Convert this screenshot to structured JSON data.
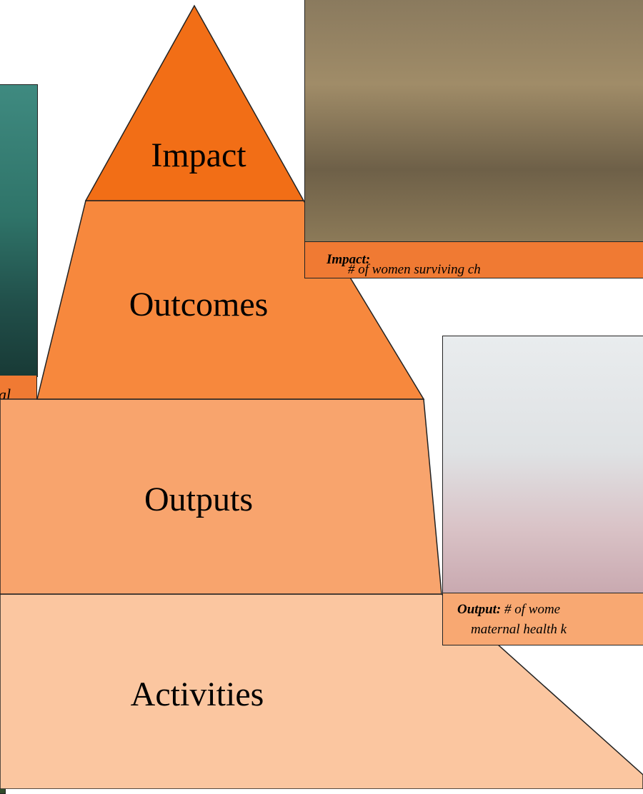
{
  "pyramid": {
    "tiers": [
      {
        "label": "Impact",
        "color": "#f26e16"
      },
      {
        "label": "Outcomes",
        "color": "#f7883d"
      },
      {
        "label": "Outputs",
        "color": "#f8a46d"
      },
      {
        "label": "Activities",
        "color": "#fbc6a0"
      }
    ]
  },
  "photos": {
    "left": {
      "caption_fragment": "al"
    },
    "couple": {
      "caption_bold": "Impact:",
      "caption_rest": " # of women surviving ch"
    },
    "nurse": {
      "caption_bold": "Output:",
      "caption_rest_line1": " # of wome",
      "caption_line2": "maternal health k"
    }
  },
  "colors": {
    "caption_dark": "#f07a33",
    "caption_light": "#f8a872",
    "border": "#222222"
  }
}
